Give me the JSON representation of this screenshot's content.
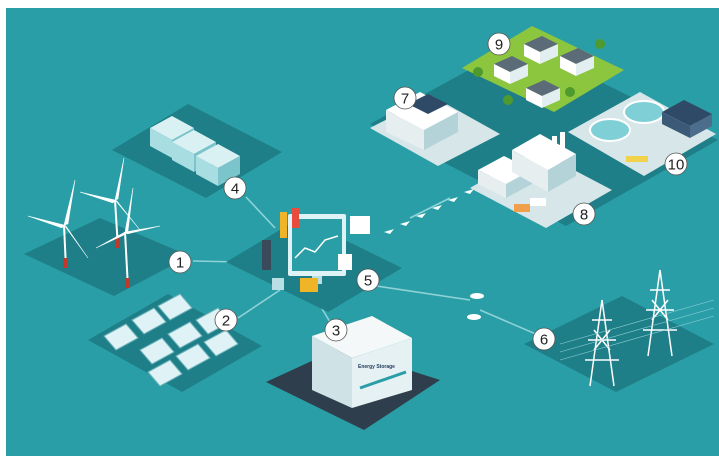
{
  "colors": {
    "background": "#2a9ea6",
    "platform": "#1e7f88",
    "platform_dark": "#16666e",
    "connector": "#8fd3d8",
    "badge_fill": "#ffffff",
    "badge_text": "#222222"
  },
  "markers": [
    {
      "id": "wind-farm",
      "label": "1"
    },
    {
      "id": "solar-farm",
      "label": "2"
    },
    {
      "id": "battery-storage",
      "label": "3"
    },
    {
      "id": "generators",
      "label": "4"
    },
    {
      "id": "control-center",
      "label": "5"
    },
    {
      "id": "power-grid",
      "label": "6"
    },
    {
      "id": "commercial-building",
      "label": "7"
    },
    {
      "id": "industrial-plant",
      "label": "8"
    },
    {
      "id": "residential-homes",
      "label": "9"
    },
    {
      "id": "water-treatment",
      "label": "10"
    }
  ],
  "container_label": "Energy Storage"
}
